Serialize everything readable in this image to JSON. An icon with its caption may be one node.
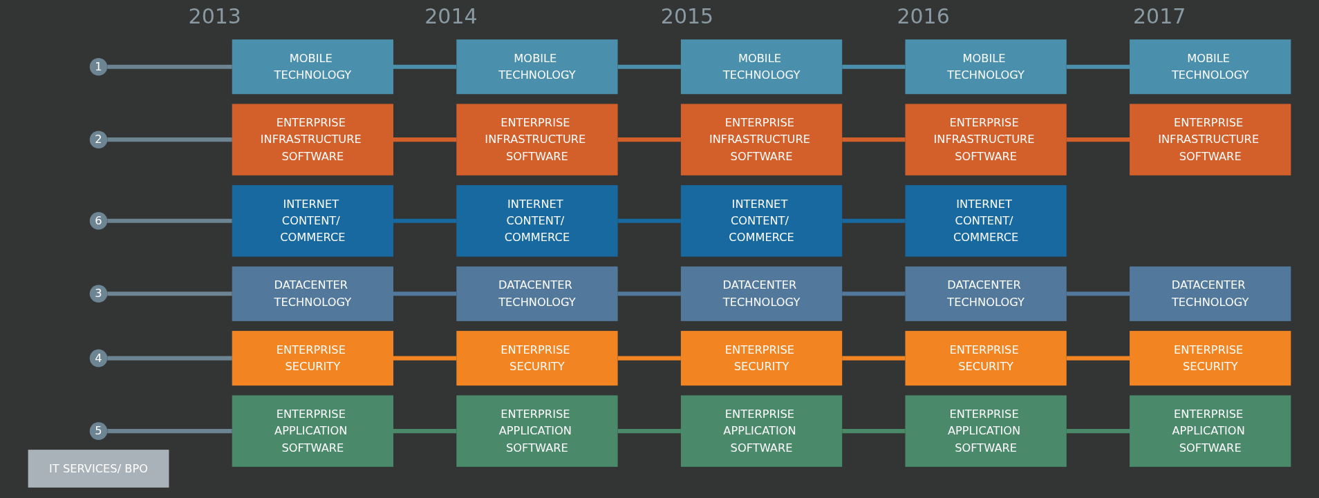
{
  "diagram": {
    "nodes": [
      {
        "text": [
          "1"
        ]
      },
      {
        "text": [
          "MOBILE TECHNOLOGY"
        ]
      },
      {
        "text": [
          "MOBILE TECHNOLOGY"
        ]
      },
      {
        "text": [
          "MOBILE TECHNOLOGY"
        ]
      },
      {
        "text": [
          "ENTERPRISE SECURITY"
        ]
      },
      {
        "text": [
          "ENTERPRISE SECURITY"
        ]
      },
      {
        "text": [
          "2"
        ]
      },
      {
        "text": [
          "ENTERPRISE INFRASTRUCTURE SOFTWARE"
        ]
      },
      {
        "text": [
          "ENTERPRISE SECURITY"
        ]
      },
      {
        "text": [
          "ENTERPRISE SECURITY"
        ]
      },
      {
        "text": [
          "MOBILE TECHNOLOGY"
        ]
      },
      {
        "text": [
          "MOBILE TECHNOLOGY"
        ]
      },
      {
        "text": [
          "3"
        ]
      },
      {
        "text": [
          "DATACENTER TECHNOLOGY"
        ]
      },
      {
        "text": [
          "ENTERPRISE INFRASTRUCTURE SOFTWARE"
        ]
      },
      {
        "text": [
          "ENTERPRISE APPLICATION SOFTWARE"
        ]
      },
      {
        "text": [
          "INTERNET CONTENT/ COMMERCE"
        ]
      },
      {
        "text": [
          "ENTERPRISE APPLICATION SOFTWARE"
        ]
      },
      {
        "text": [
          "4"
        ]
      },
      {
        "text": [
          "ENTERPRISE SECURITY"
        ]
      },
      {
        "text": [
          "INTERNET CONTENT/ COMMERCE"
        ]
      },
      {
        "text": [
          "INTERNET CONTENT/ COMMERCE"
        ]
      },
      {
        "text": [
          "ENTERPRISE APPLICATION SOFTWARE"
        ]
      },
      {
        "text": [
          "DATACENTER TECHNOLOGY"
        ]
      },
      {
        "text": [
          "5"
        ]
      },
      {
        "text": [
          "ENTERPRISE APPLICATION SOFTWARE"
        ]
      },
      {
        "text": [
          "DATACENTER TECHNOLOGY"
        ]
      },
      {
        "text": [
          "ENTERPRISE INFRASTRUCTURE SOFTWARE"
        ]
      },
      {
        "text": [
          "ENTERPRISE INFRASTRUCTURE SOFTWARE"
        ]
      },
      {
        "text": [
          "ENTERPRISE INFRASTRUCTURE SOFTWARE"
        ]
      },
      {
        "text": [
          "6"
        ]
      },
      {
        "text": [
          "INTERNET CONTENT/ COMMERCE"
        ]
      },
      {
        "text": [
          "ENTERPRISE APPLICATION SOFTWARE"
        ]
      },
      {
        "text": [
          "DATACENTER TECHNOLOGY"
        ]
      },
      {
        "text": [
          "DATACENTER TECHNOLOGY"
        ]
      },
      {
        "text": [
          "IT SERVICES/ BPO"
        ]
      }
    ],
    "edges": [
      {
        "from": 0,
        "to": 1,
        "arrow": "none",
        "color": "#6d8592"
      },
      {
        "from": 6,
        "to": 7,
        "arrow": "none",
        "color": "#6d8592"
      },
      {
        "from": 12,
        "to": 13,
        "arrow": "none",
        "color": "#6d8592"
      },
      {
        "from": 18,
        "to": 19,
        "arrow": "none",
        "color": "#6d8592"
      },
      {
        "from": 24,
        "to": 25,
        "arrow": "none",
        "color": "#6d8592"
      },
      {
        "from": 30,
        "to": 31,
        "arrow": "none",
        "color": "#6d8592"
      },
      {
        "from": 1,
        "to": 2,
        "arrow": "none",
        "color": "#4a8fab"
      },
      {
        "from": 2,
        "to": 3,
        "arrow": "none",
        "color": "#4a8fab"
      },
      {
        "from": 3,
        "to": 10,
        "arrow": "none",
        "color": "#4a8fab"
      },
      {
        "from": 10,
        "to": 11,
        "arrow": "none",
        "color": "#4a8fab"
      },
      {
        "from": 7,
        "to": 14,
        "arrow": "none",
        "color": "#d35f2a"
      },
      {
        "from": 14,
        "to": 27,
        "arrow": "none",
        "color": "#d35f2a"
      },
      {
        "from": 27,
        "to": 28,
        "arrow": "none",
        "color": "#d35f2a"
      },
      {
        "from": 28,
        "to": 29,
        "arrow": "none",
        "color": "#d35f2a"
      },
      {
        "from": 13,
        "to": 26,
        "arrow": "none",
        "color": "#52799b"
      },
      {
        "from": 26,
        "to": 33,
        "arrow": "none",
        "color": "#52799b"
      },
      {
        "from": 33,
        "to": 34,
        "arrow": "none",
        "color": "#52799b"
      },
      {
        "from": 34,
        "to": 23,
        "arrow": "none",
        "color": "#52799b"
      },
      {
        "from": 19,
        "to": 8,
        "arrow": "none",
        "color": "#f28422"
      },
      {
        "from": 8,
        "to": 9,
        "arrow": "none",
        "color": "#f28422"
      },
      {
        "from": 9,
        "to": 4,
        "arrow": "none",
        "color": "#f28422"
      },
      {
        "from": 4,
        "to": 5,
        "arrow": "none",
        "color": "#f28422"
      },
      {
        "from": 25,
        "to": 32,
        "arrow": "none",
        "color": "#4a8a6a"
      },
      {
        "from": 32,
        "to": 15,
        "arrow": "none",
        "color": "#4a8a6a"
      },
      {
        "from": 15,
        "to": 22,
        "arrow": "none",
        "color": "#4a8a6a"
      },
      {
        "from": 22,
        "to": 17,
        "arrow": "none",
        "color": "#4a8a6a"
      },
      {
        "from": 31,
        "to": 20,
        "arrow": "none",
        "color": "#1769a0"
      },
      {
        "from": 20,
        "to": 21,
        "arrow": "none",
        "color": "#1769a0"
      },
      {
        "from": 21,
        "to": 16,
        "arrow": "none",
        "color": "#1769a0"
      }
    ],
    "labels": [
      "2013",
      "2014",
      "2015",
      "2016",
      "2017"
    ]
  }
}
